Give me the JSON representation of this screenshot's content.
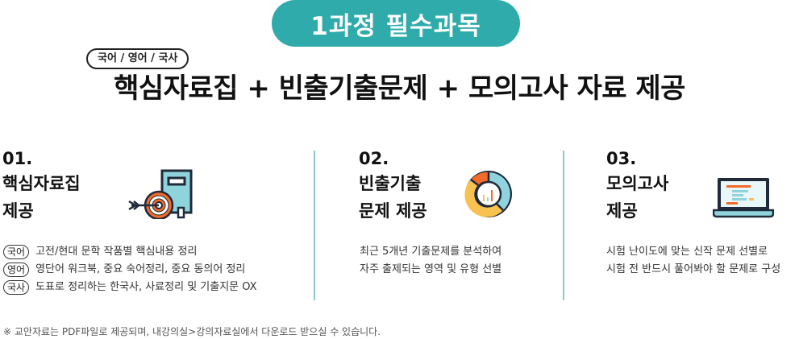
{
  "header": {
    "pill_label": "1과정 필수과목",
    "subjects_tag": "국어 / 영어 / 국사",
    "headline": "핵심자료집 + 빈출기출문제 + 모의고사 자료 제공",
    "accent_color": "#2eabaa"
  },
  "features": [
    {
      "number": "01.",
      "title_line1": "핵심자료집",
      "title_line2": "제공",
      "icon": "book-target-icon",
      "items": [
        {
          "badge": "국어",
          "text": "고전/현대 문학 작품별 핵심내용 정리"
        },
        {
          "badge": "영어",
          "text": "영단어 워크북, 중요 숙어정리, 중요 동의어 정리"
        },
        {
          "badge": "국사",
          "text": "도표로 정리하는 한국사, 사료정리 및 기출지문 OX"
        }
      ]
    },
    {
      "number": "02.",
      "title_line1": "빈출기출",
      "title_line2": "문제 제공",
      "icon": "donut-chart-icon",
      "lines": [
        "최근 5개년 기출문제를 분석하여",
        "자주 출제되는 영역 및 유형 선별"
      ]
    },
    {
      "number": "03.",
      "title_line1": "모의고사",
      "title_line2": "제공",
      "icon": "laptop-icon",
      "lines": [
        "시험 난이도에 맞는 신작 문제 선별로",
        "시험 전 반드시 풀어봐야 할 문제로 구성"
      ]
    }
  ],
  "footnote": "※ 교안자료는 PDF파일로 제공되며, 내강의실>강의자료실에서 다운로드 받으실 수 있습니다."
}
